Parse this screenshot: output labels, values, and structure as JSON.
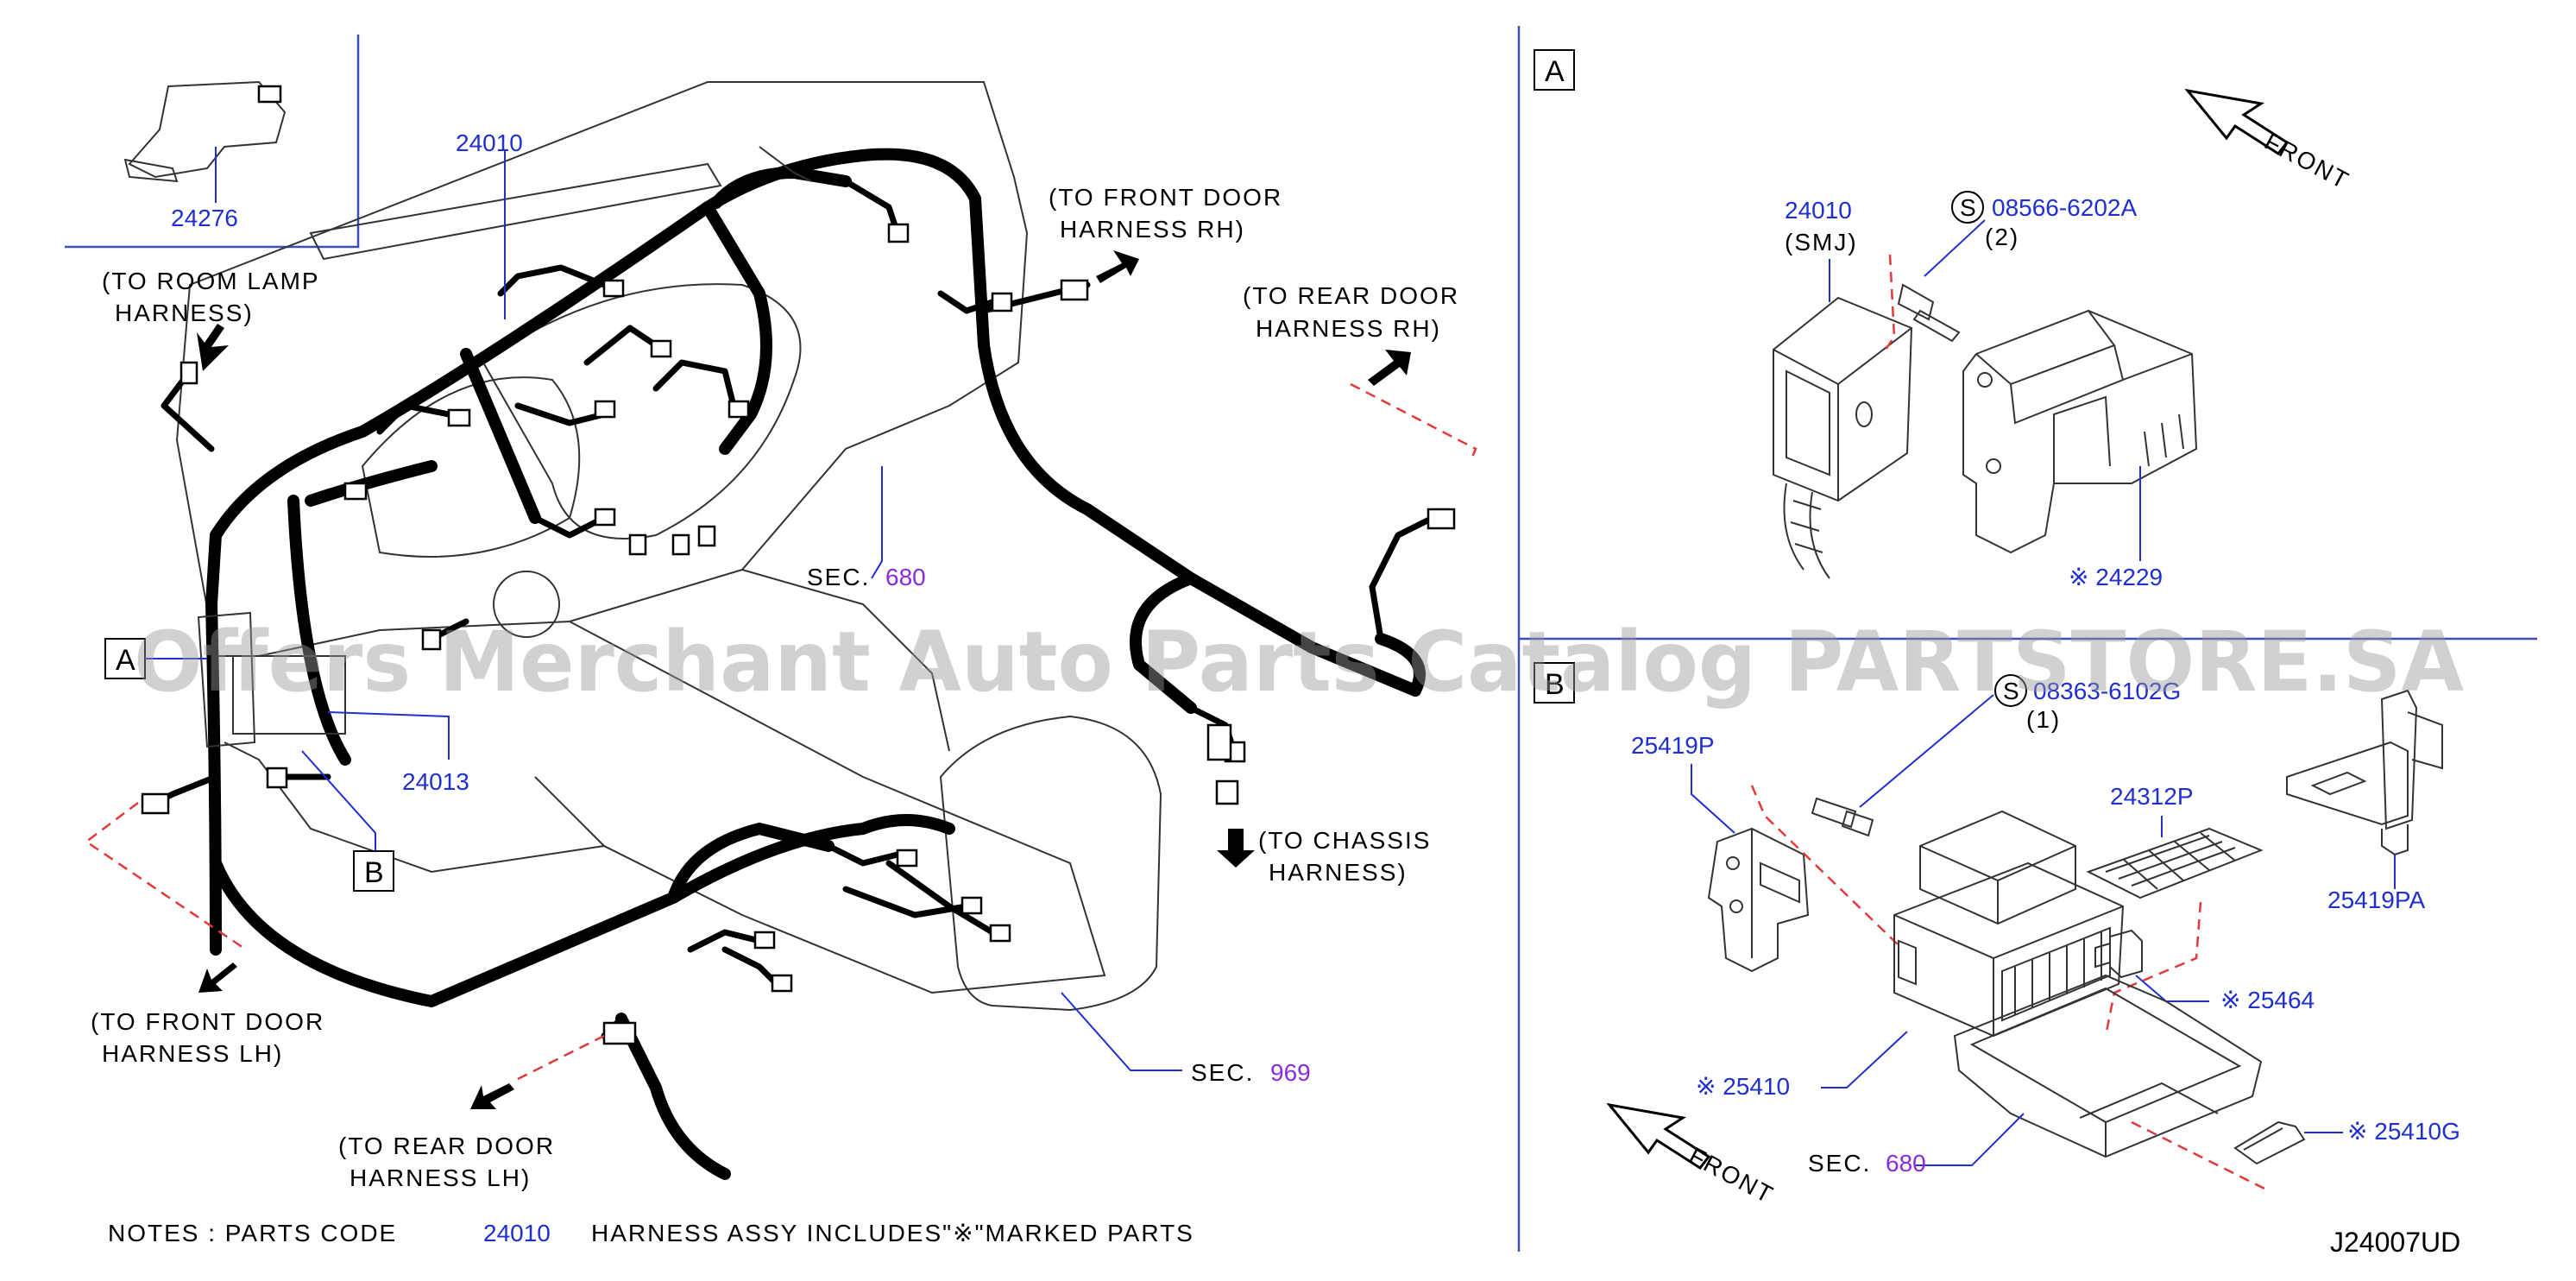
{
  "diagram": {
    "labels": {
      "part_24010_main": "24010",
      "part_24276": "24276",
      "part_24013": "24013",
      "room_lamp": "(TO  ROOM  LAMP",
      "room_lamp_2": "HARNESS)",
      "front_door_rh": "(TO  FRONT  DOOR",
      "front_door_rh_2": "HARNESS  RH)",
      "rear_door_rh": "(TO  REAR  DOOR",
      "rear_door_rh_2": "HARNESS  RH)",
      "sec_680_main_prefix": "SEC.",
      "sec_680_main_value": "680",
      "chassis": "(TO  CHASSIS",
      "chassis_2": "HARNESS)",
      "front_door_lh": "(TO  FRONT  DOOR",
      "front_door_lh_2": "HARNESS  LH)",
      "rear_door_lh": "(TO  REAR  DOOR",
      "rear_door_lh_2": "HARNESS  LH)",
      "sec_969_prefix": "SEC.",
      "sec_969_value": "969",
      "box_a_left": "A",
      "box_b_left": "B",
      "notes_prefix": "NOTES  :  PARTS  CODE",
      "notes_code": "24010",
      "notes_suffix": "HARNESS  ASSY  INCLUDES\"※\"MARKED  PARTS"
    },
    "detail_a": {
      "box": "A",
      "front": "FRONT",
      "part_24010": "24010",
      "part_24010_sub": "(SMJ)",
      "bolt_symbol": "S",
      "bolt_code": "08566-6202A",
      "bolt_qty": "(2)",
      "bracket_code": "※ 24229"
    },
    "detail_b": {
      "box": "B",
      "front": "FRONT",
      "bolt_symbol": "S",
      "bolt_code": "08363-6102G",
      "bolt_qty": "(1)",
      "part_25419P": "25419P",
      "part_24312P": "24312P",
      "part_25419PA": "25419PA",
      "part_25464": "※ 25464",
      "part_25410": "※ 25410",
      "part_25410G": "※ 25410G",
      "sec_prefix": "SEC.",
      "sec_value": "680"
    },
    "drawing_code": "J24007UD",
    "watermark": "Offers Merchant Auto Parts Catalog PARTSTORE.SA"
  },
  "colors": {
    "part_number": "#1f2fd0",
    "section_ref": "#8a2be2",
    "dashed_guide": "#e23a3a",
    "divider": "#3b4fb8"
  }
}
